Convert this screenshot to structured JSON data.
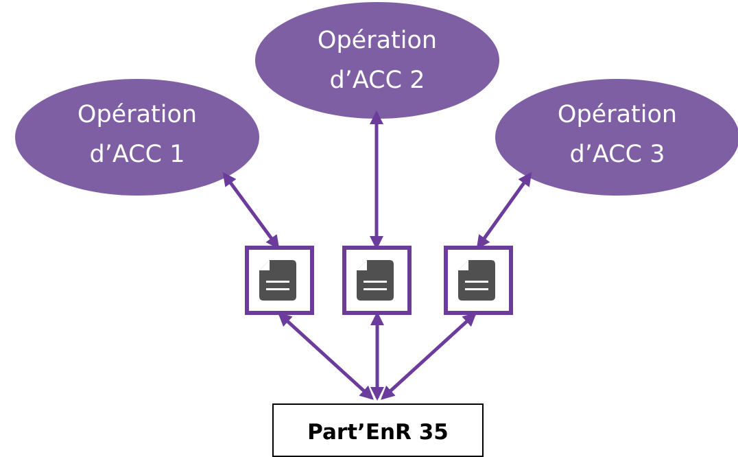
{
  "operations": [
    {
      "line1": "Opération",
      "line2": "d’ACC 1"
    },
    {
      "line1": "Opération",
      "line2": "d’ACC 2"
    },
    {
      "line1": "Opération",
      "line2": "d’ACC 3"
    }
  ],
  "hub": {
    "label": "Part’EnR 35"
  },
  "documents": [
    {
      "icon": "document-icon"
    },
    {
      "icon": "document-icon"
    },
    {
      "icon": "document-icon"
    }
  ],
  "colors": {
    "accent": "#7F5FA3",
    "arrow": "#6C3C9C",
    "doc_icon": "#505050",
    "box_border": "#000000"
  }
}
